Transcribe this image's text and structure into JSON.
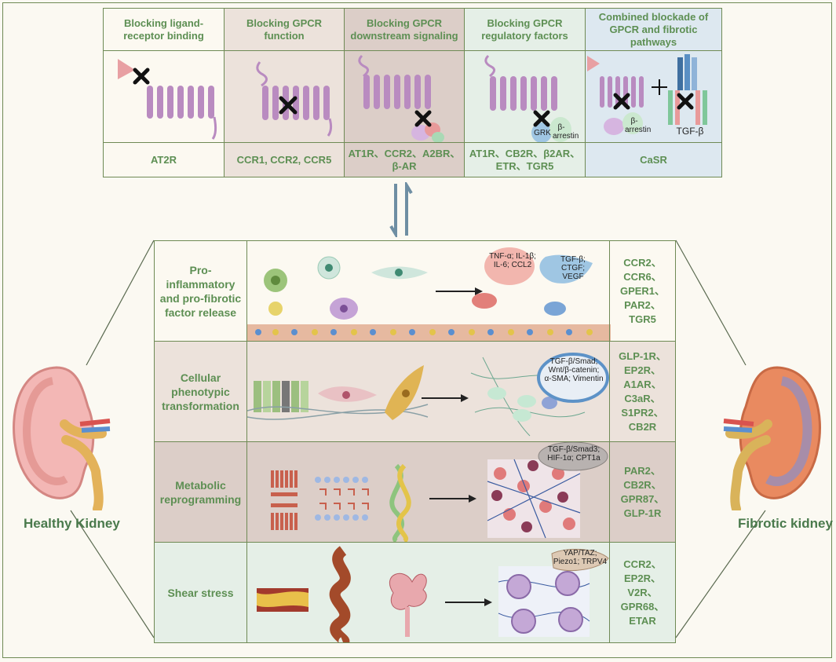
{
  "colors": {
    "panel_border": "#6f8a55",
    "label_green": "#5d8f53",
    "receptor": "#b98bc0",
    "cross": "#111111"
  },
  "top_columns": [
    {
      "title": "Blocking ligand-receptor binding",
      "footer": "AT2R",
      "bg": "#fcf9f1"
    },
    {
      "title": "Blocking GPCR function",
      "footer": "CCR1, CCR2, CCR5",
      "bg": "#ece2db"
    },
    {
      "title": "Blocking GPCR downstream signaling",
      "footer": "AT1R、CCR2、A2BR、β-AR",
      "bg": "#dccec8"
    },
    {
      "title": "Blocking GPCR regulatory factors",
      "footer": "AT1R、CB2R、β2AR、ETR、TGR5",
      "bg": "#e5efe7"
    },
    {
      "title": "Combined blockade of GPCR and fibrotic pathways",
      "footer": "CaSR",
      "bg": "#dde8f0"
    }
  ],
  "top_tags": {
    "grk": "GRK",
    "beta_arrestin_1": "β-arrestin",
    "beta_arrestin_2": "β-arrestin",
    "tgf": "TGF-β"
  },
  "rows": [
    {
      "label": "Pro-inflammatory and pro-fibrotic factor release",
      "receptors": [
        "CCR2、",
        "CCR6、",
        "GPER1、",
        "PAR2、",
        "TGR5"
      ],
      "bg": "#fcf9f1",
      "bubble1": "TNF-α; IL-1β; IL-6; CCL2",
      "bubble2": "TGF-β; CTGF; VEGF"
    },
    {
      "label": "Cellular phenotypic transformation",
      "receptors": [
        "GLP-1R、",
        "EP2R、",
        "A1AR、",
        "C3aR、",
        "S1PR2、",
        "CB2R"
      ],
      "bg": "#ece2db",
      "bubble1": "TGF-β/Smad; Wnt/β-catenin; α-SMA; Vimentin"
    },
    {
      "label": "Metabolic reprogramming",
      "receptors": [
        "PAR2、",
        "CB2R、",
        "GPR87、",
        "GLP-1R"
      ],
      "bg": "#dccec8",
      "bubble1": "TGF-β/Smad3; HIF-1α; CPT1a"
    },
    {
      "label": "Shear stress",
      "receptors": [
        "CCR2、",
        "EP2R、",
        "V2R、",
        "GPR68、",
        "ETAR"
      ],
      "bg": "#e5efe7",
      "bubble1": "YAP/TAZ; Piezo1; TRPV4"
    }
  ],
  "kidneys": {
    "left": "Healthy Kidney",
    "right": "Fibrotic kidney"
  }
}
